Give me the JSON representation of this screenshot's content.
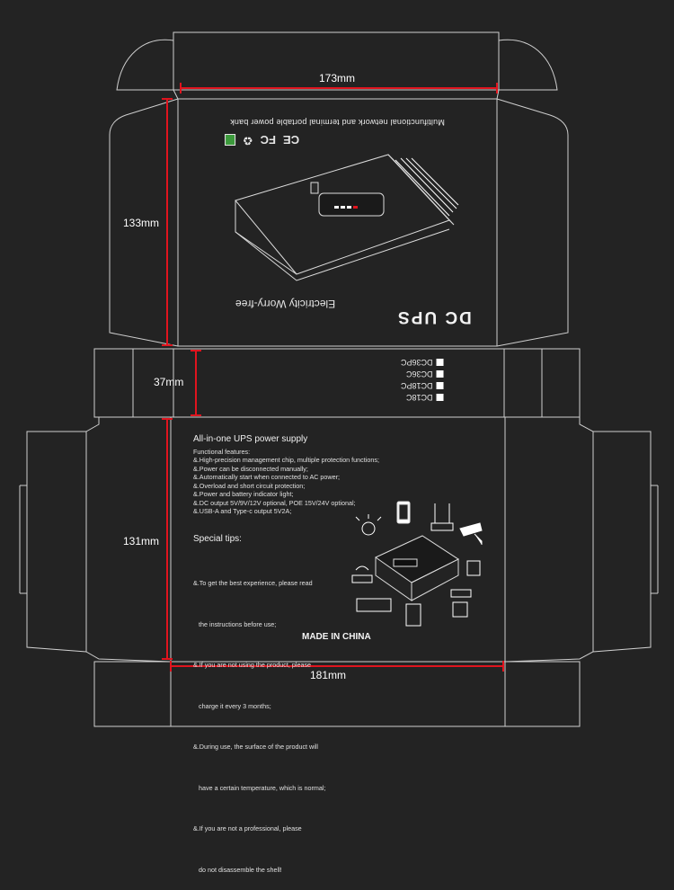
{
  "dimensions": {
    "width_top": "173mm",
    "height_lid": "133mm",
    "height_side": "37mm",
    "height_bottom": "131mm",
    "width_bottom": "181mm"
  },
  "lid": {
    "tagline": "Multifunctional network and terminal portable power bank",
    "certifications": [
      "CE",
      "FC",
      "recycle-icon",
      "weee-bin-icon"
    ],
    "brand": "DC UPS",
    "slogan": "Electricity Worry-free"
  },
  "side": {
    "models": [
      "DC18C",
      "DC18PC",
      "DC36C",
      "DC36PC"
    ]
  },
  "bottom": {
    "title": "All-in-one UPS power supply",
    "features_heading": "Functional features:",
    "features": [
      "&.High-precision management chip, multiple protection functions;",
      "&.Power can be disconnected manually;",
      "&.Automatically start when connected to AC power;",
      "&.Overload and short circuit protection;",
      "&.Power and battery indicator light;",
      "&.DC output 5V/9V/12V optional, POE 15V/24V optional;",
      "&.USB-A and Type-c output 5V2A;"
    ],
    "tips_heading": "Special tips:",
    "tips": [
      "&.To get the best experience, please read",
      "   the instructions before use;",
      "&.If you are not using the product, please",
      "   charge it every 3 months;",
      "&.During use, the surface of the product will",
      "   have a certain temperature, which is normal;",
      "&.If you are not a professional, please",
      "   do not disassemble the shell!"
    ],
    "made_in": "MADE IN CHINA"
  },
  "colors": {
    "background": "#232323",
    "dieline": "#d8d8d8",
    "dimension_line": "#e0141e"
  }
}
